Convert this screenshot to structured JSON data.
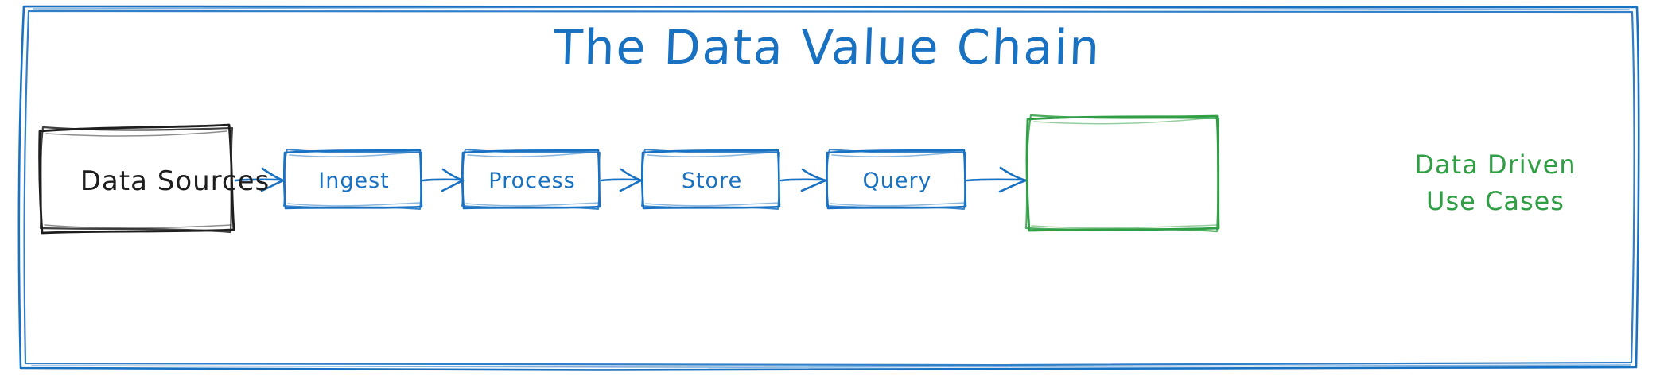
{
  "diagram": {
    "title": "The Data Value Chain",
    "style": "hand-drawn sketch / whiteboard",
    "colors": {
      "frame": "#1971c2",
      "title": "#1971c2",
      "source_box": "#1e1e1e",
      "step_box": "#1971c2",
      "outcome_box": "#2f9e44",
      "arrow": "#1971c2",
      "background": "#ffffff"
    },
    "frame": {
      "name": "outer-frame"
    },
    "source": {
      "label": "Data Sources",
      "color": "#1e1e1e"
    },
    "steps": [
      {
        "label": "Ingest",
        "color": "#1971c2"
      },
      {
        "label": "Process",
        "color": "#1971c2"
      },
      {
        "label": "Store",
        "color": "#1971c2"
      },
      {
        "label": "Query",
        "color": "#1971c2"
      }
    ],
    "outcome": {
      "line1": "Data Driven",
      "line2": "Use Cases",
      "color": "#2f9e44"
    },
    "arrows": [
      {
        "from": "Data Sources",
        "to": "Ingest"
      },
      {
        "from": "Ingest",
        "to": "Process"
      },
      {
        "from": "Process",
        "to": "Store"
      },
      {
        "from": "Store",
        "to": "Query"
      },
      {
        "from": "Query",
        "to": "Data Driven Use Cases"
      }
    ]
  }
}
